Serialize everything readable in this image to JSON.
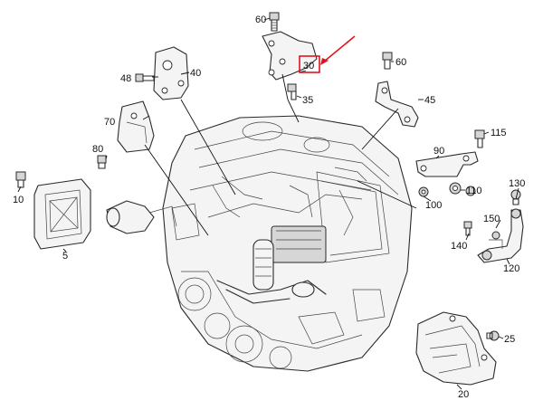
{
  "callouts": [
    {
      "id": "c60a",
      "text": "60"
    },
    {
      "id": "c30",
      "text": "30"
    },
    {
      "id": "c60b",
      "text": "60"
    },
    {
      "id": "c48",
      "text": "48"
    },
    {
      "id": "c40",
      "text": "40"
    },
    {
      "id": "c35",
      "text": "35"
    },
    {
      "id": "c45",
      "text": "45"
    },
    {
      "id": "c70",
      "text": "70"
    },
    {
      "id": "c115",
      "text": "115"
    },
    {
      "id": "c90",
      "text": "90"
    },
    {
      "id": "c80",
      "text": "80"
    },
    {
      "id": "c10",
      "text": "10"
    },
    {
      "id": "c110",
      "text": "110"
    },
    {
      "id": "c130",
      "text": "130"
    },
    {
      "id": "c100",
      "text": "100"
    },
    {
      "id": "c150",
      "text": "150"
    },
    {
      "id": "c140",
      "text": "140"
    },
    {
      "id": "c5",
      "text": "5"
    },
    {
      "id": "c120",
      "text": "120"
    },
    {
      "id": "c25",
      "text": "25"
    },
    {
      "id": "c20",
      "text": "20"
    }
  ],
  "highlight": {
    "callout": "30",
    "color": "#e0141e"
  }
}
